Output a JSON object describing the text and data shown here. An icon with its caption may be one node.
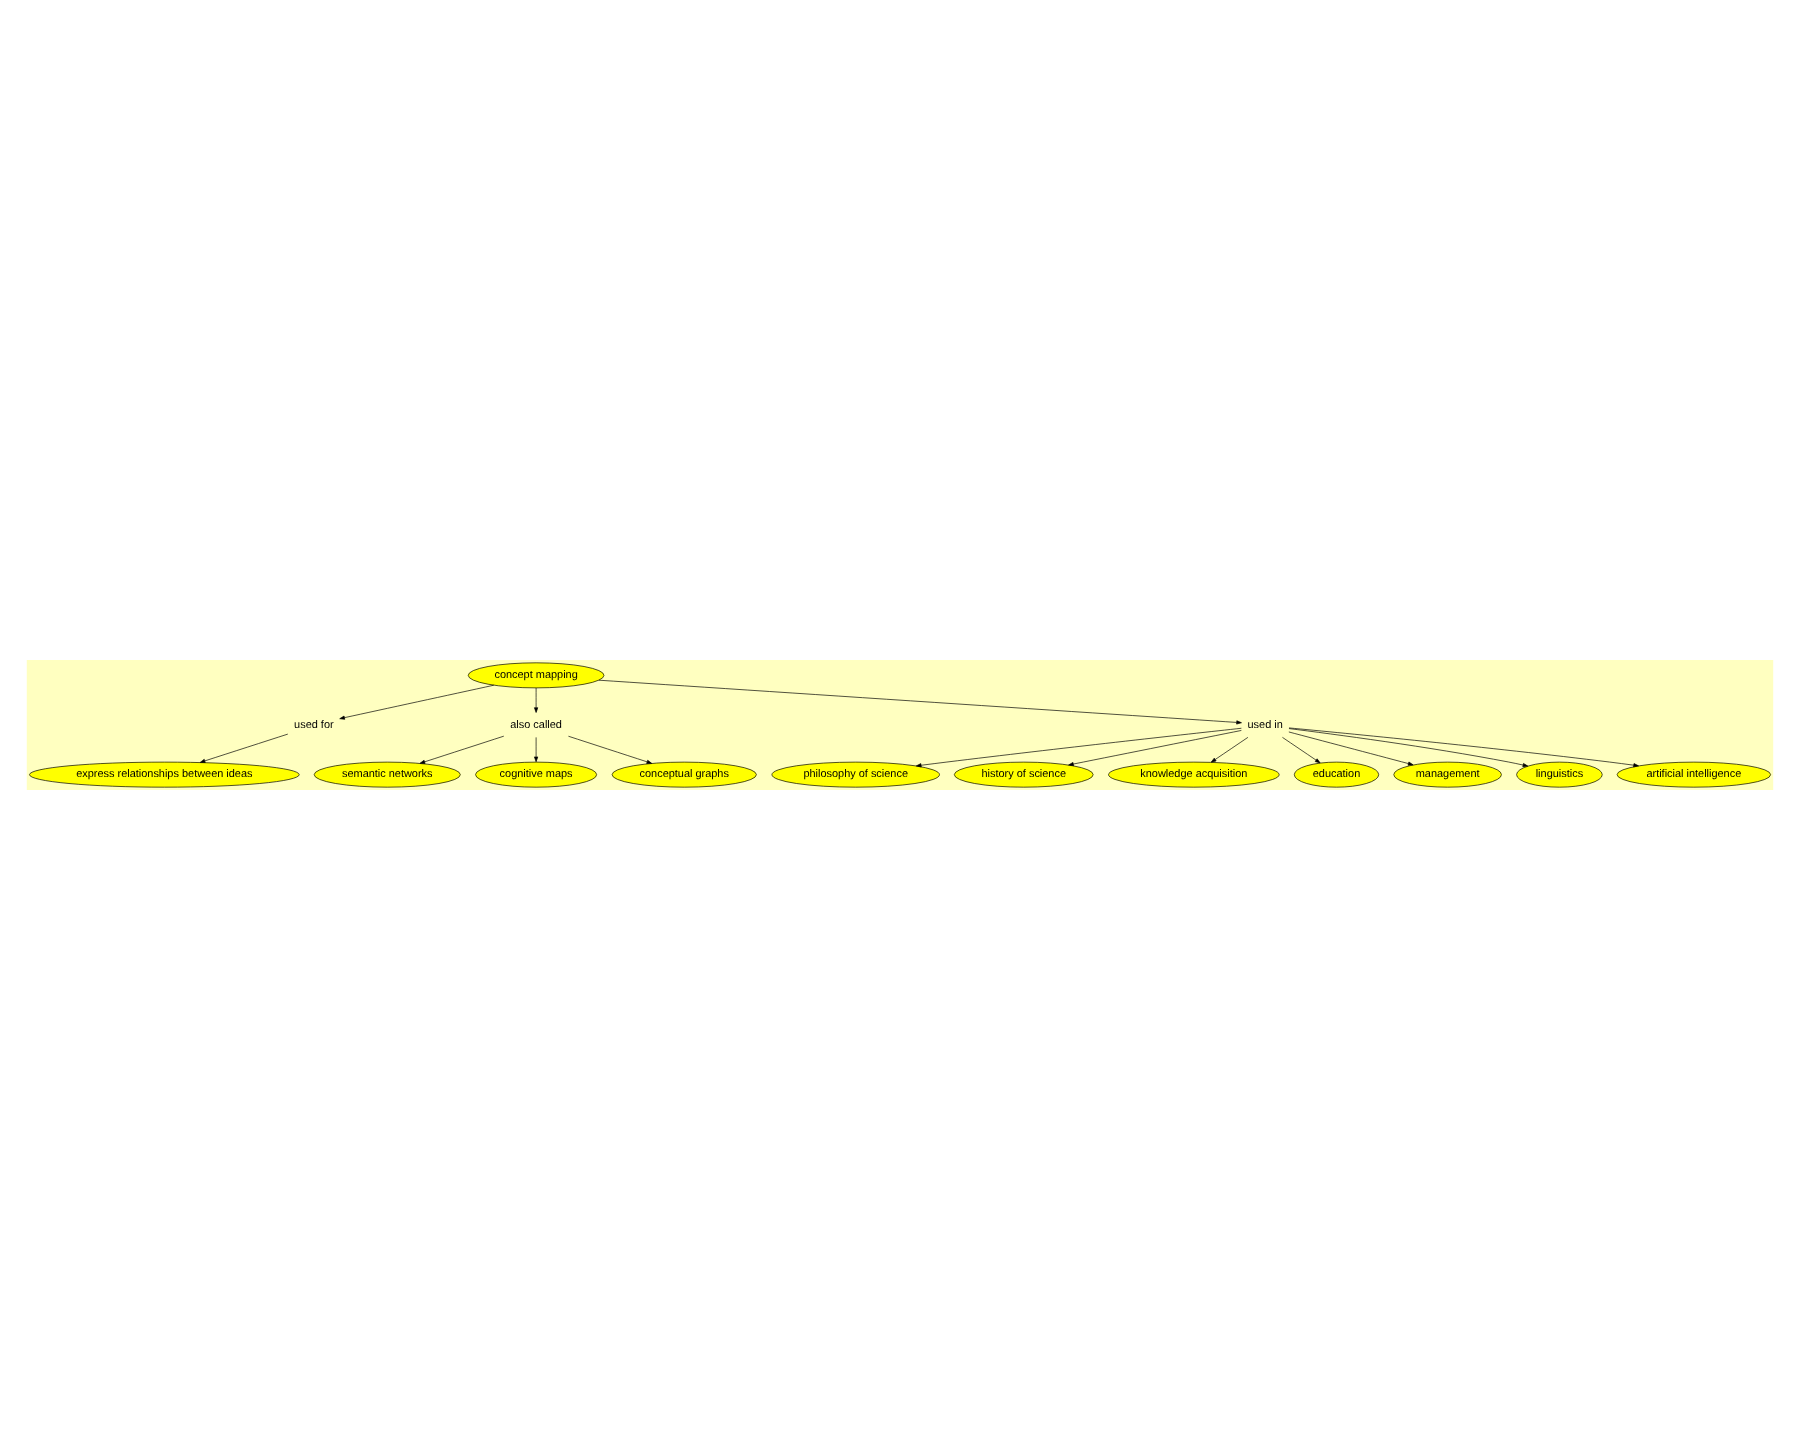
{
  "diagram": {
    "nodes": [
      {
        "text": [
          "concept mapping"
        ]
      },
      {
        "text": [
          "used for"
        ]
      },
      {
        "text": [
          "express relationships between ideas"
        ]
      },
      {
        "text": [
          "also called"
        ]
      },
      {
        "text": [
          "semantic networks"
        ]
      },
      {
        "text": [
          "cognitive maps"
        ]
      },
      {
        "text": [
          "conceptual graphs"
        ]
      },
      {
        "text": [
          "used in"
        ]
      },
      {
        "text": [
          "philosophy of science"
        ]
      },
      {
        "text": [
          "history of science"
        ]
      },
      {
        "text": [
          "knowledge acquisition"
        ]
      },
      {
        "text": [
          "education"
        ]
      },
      {
        "text": [
          "management"
        ]
      },
      {
        "text": [
          "linguistics"
        ]
      },
      {
        "text": [
          "artificial intelligence"
        ]
      }
    ],
    "edges": [
      {
        "from": 0,
        "to": 1,
        "arrow": "to"
      },
      {
        "from": 1,
        "to": 2,
        "arrow": "to"
      },
      {
        "from": 0,
        "to": 3,
        "arrow": "to"
      },
      {
        "from": 3,
        "to": 4,
        "arrow": "to"
      },
      {
        "from": 3,
        "to": 5,
        "arrow": "to"
      },
      {
        "from": 3,
        "to": 6,
        "arrow": "to"
      },
      {
        "from": 0,
        "to": 7,
        "arrow": "to"
      },
      {
        "from": 7,
        "to": 8,
        "arrow": "to"
      },
      {
        "from": 7,
        "to": 9,
        "arrow": "to"
      },
      {
        "from": 7,
        "to": 10,
        "arrow": "to"
      },
      {
        "from": 7,
        "to": 11,
        "arrow": "to"
      },
      {
        "from": 7,
        "to": 12,
        "arrow": "to"
      },
      {
        "from": 7,
        "to": 13,
        "arrow": "to"
      },
      {
        "from": 7,
        "to": 14,
        "arrow": "to"
      }
    ]
  }
}
